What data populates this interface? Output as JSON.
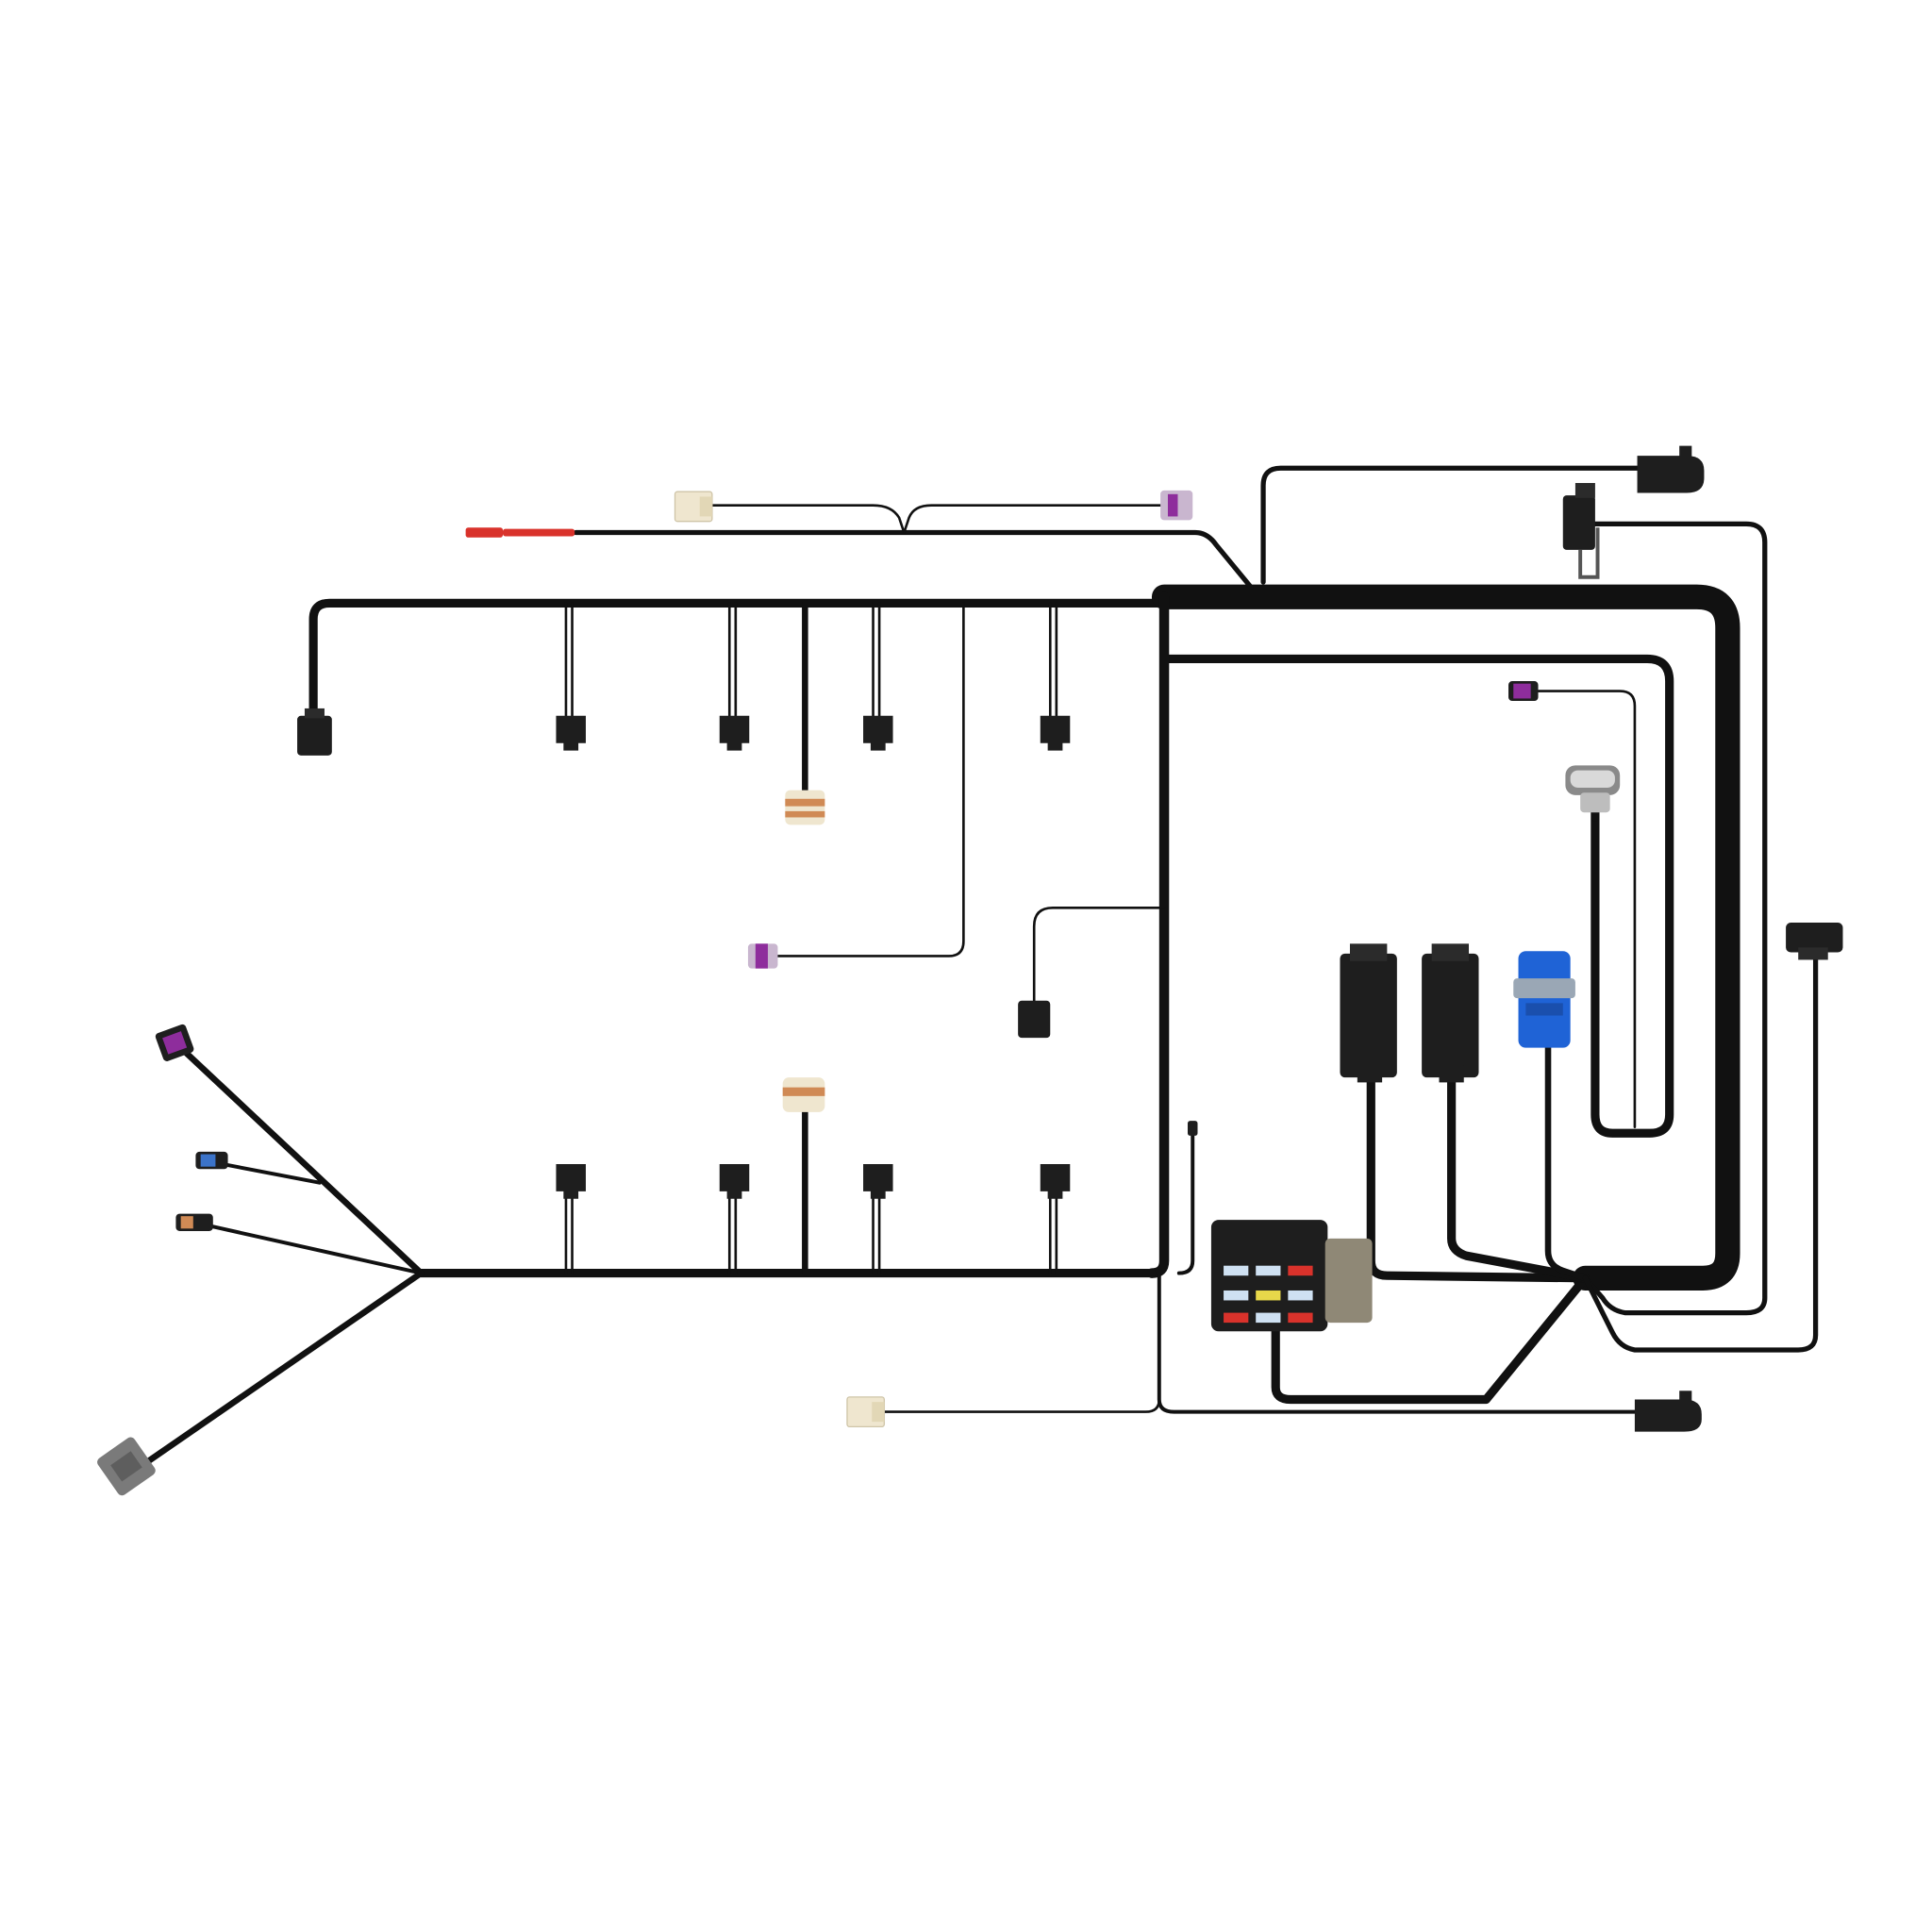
{
  "image": {
    "subject": "engine-wiring-harness",
    "background_color": "#ffffff"
  },
  "colors": {
    "harness": "#111111",
    "connector_black": "#1e1e1e",
    "connector_tan": "#efe6cf",
    "connector_purple": "#8e2d9c",
    "connector_lavender": "#c9b6cf",
    "connector_orange": "#d08a55",
    "connector_blue": "#1f63d6",
    "connector_gray": "#7a7a7a",
    "connector_red": "#d9322b",
    "fuse_box_taupe": "#8f8876"
  },
  "components": [
    {
      "name": "fuel-injector-connector",
      "count": 8
    },
    {
      "name": "coil-connector",
      "count": 2
    },
    {
      "name": "ecm-connector",
      "count": 2
    },
    {
      "name": "transmission-connector",
      "count": 1
    },
    {
      "name": "fuse-relay-box",
      "count": 1
    },
    {
      "name": "sensor-connector",
      "count": 14
    }
  ]
}
